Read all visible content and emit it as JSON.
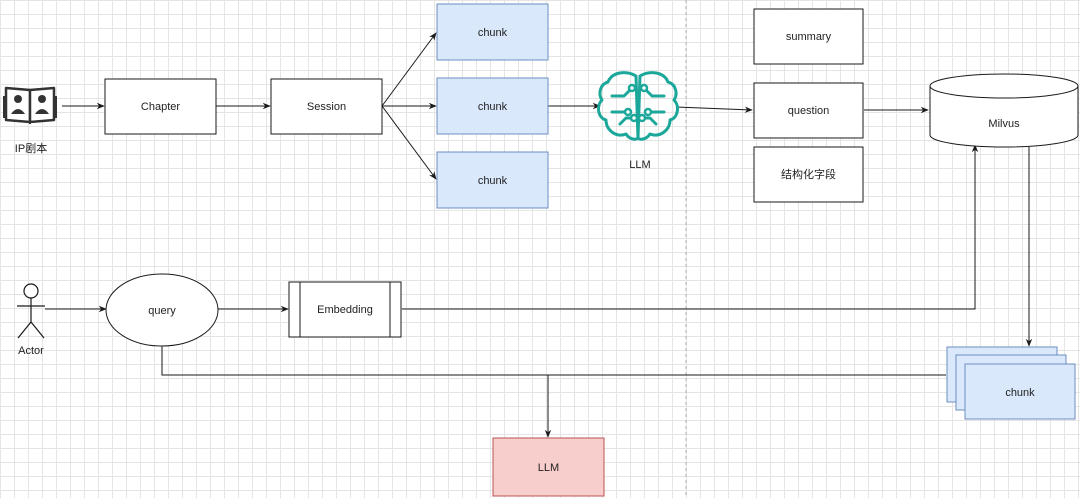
{
  "source": {
    "label": "IP剧本",
    "icon": "book-icon"
  },
  "actor": {
    "label": "Actor",
    "icon": "stick-figure-icon"
  },
  "nodes": {
    "chapter": "Chapter",
    "session": "Session",
    "chunk_top": "chunk",
    "chunk_mid": "chunk",
    "chunk_bottom": "chunk",
    "llm_mid": "LLM",
    "summary": "summary",
    "question": "question",
    "structured_fields": "结构化字段",
    "milvus": "Milvus",
    "query": "query",
    "embedding": "Embedding",
    "chunk_stack": "chunk",
    "llm_bottom": "LLM"
  },
  "colors": {
    "chunk_fill": "#dae8fc",
    "chunk_stroke": "#6c8ebf",
    "llm_fill": "#f8cecc",
    "llm_stroke": "#b85450",
    "llm_icon": "#1ba79a"
  }
}
